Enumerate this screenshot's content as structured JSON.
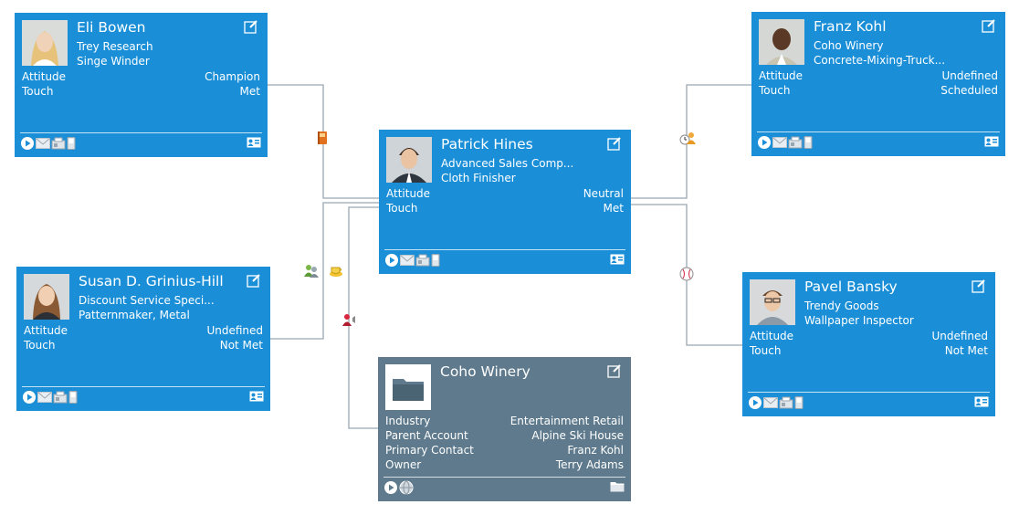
{
  "icons": {
    "edit": "edit-icon",
    "play": "play-icon",
    "email": "email-icon",
    "fax": "fax-icon",
    "phone": "mobile-phone-icon",
    "contact_card": "contact-card-icon",
    "folder": "folder-icon",
    "globe": "globe-icon"
  },
  "colors": {
    "contact_card_bg": "#1a8fd8",
    "account_card_bg": "#5e7a8c",
    "connector": "#9aa8b2"
  },
  "cards": {
    "eli": {
      "name": "Eli Bowen",
      "company": "Trey Research",
      "title": "Singe Winder",
      "rows": [
        {
          "label": "Attitude",
          "value": "Champion"
        },
        {
          "label": "Touch",
          "value": "Met"
        }
      ]
    },
    "franz": {
      "name": "Franz Kohl",
      "company": "Coho Winery",
      "title": "Concrete-Mixing-Truck...",
      "rows": [
        {
          "label": "Attitude",
          "value": "Undefined"
        },
        {
          "label": "Touch",
          "value": "Scheduled"
        }
      ]
    },
    "patrick": {
      "name": "Patrick Hines",
      "company": "Advanced Sales Comp...",
      "title": "Cloth Finisher",
      "rows": [
        {
          "label": "Attitude",
          "value": "Neutral"
        },
        {
          "label": "Touch",
          "value": "Met"
        }
      ]
    },
    "susan": {
      "name": "Susan D. Grinius-Hill",
      "company": "Discount Service Speci...",
      "title": "Patternmaker, Metal",
      "rows": [
        {
          "label": "Attitude",
          "value": "Undefined"
        },
        {
          "label": "Touch",
          "value": "Not Met"
        }
      ]
    },
    "pavel": {
      "name": "Pavel Bansky",
      "company": "Trendy Goods",
      "title": "Wallpaper Inspector",
      "rows": [
        {
          "label": "Attitude",
          "value": "Undefined"
        },
        {
          "label": "Touch",
          "value": "Not Met"
        }
      ]
    },
    "coho": {
      "name": "Coho Winery",
      "rows": [
        {
          "label": "Industry",
          "value": "Entertainment Retail"
        },
        {
          "label": "Parent Account",
          "value": "Alpine Ski House"
        },
        {
          "label": "Primary Contact",
          "value": "Franz Kohl"
        },
        {
          "label": "Owner",
          "value": "Terry Adams"
        }
      ]
    }
  },
  "relationship_icons": [
    {
      "name": "book-relationship-icon"
    },
    {
      "name": "person-clock-relationship-icon"
    },
    {
      "name": "people-relationship-icon"
    },
    {
      "name": "coffee-relationship-icon"
    },
    {
      "name": "person-speaker-relationship-icon"
    },
    {
      "name": "baseball-relationship-icon"
    }
  ]
}
